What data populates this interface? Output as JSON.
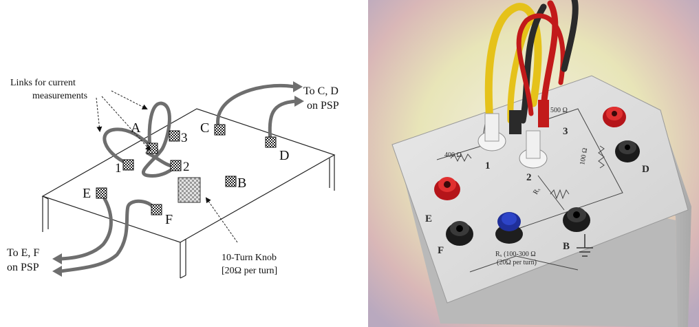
{
  "diagram": {
    "links_label_line1": "Links for current",
    "links_label_line2": "measurements",
    "to_cd_line1": "To C, D",
    "to_cd_line2": "on PSP",
    "to_ef_line1": "To E, F",
    "to_ef_line2": "on PSP",
    "knob_label_line1": "10-Turn Knob",
    "knob_label_line2": "[20Ω per turn]",
    "terminals": {
      "A": "A",
      "B": "B",
      "C": "C",
      "D": "D",
      "E": "E",
      "F": "F"
    },
    "points": {
      "p1": "1",
      "p2": "2",
      "p3": "3"
    }
  },
  "photo": {
    "r400": "400 Ω",
    "r500": "500 Ω",
    "r100": "100 Ω",
    "rx": "Rₓ",
    "knob_line1": "Rₓ (100-300 Ω",
    "knob_line2": "(20Ω per turn)",
    "n1": "1",
    "n2": "2",
    "n3": "3",
    "D": "D",
    "E": "E",
    "F": "F",
    "B": "B"
  }
}
